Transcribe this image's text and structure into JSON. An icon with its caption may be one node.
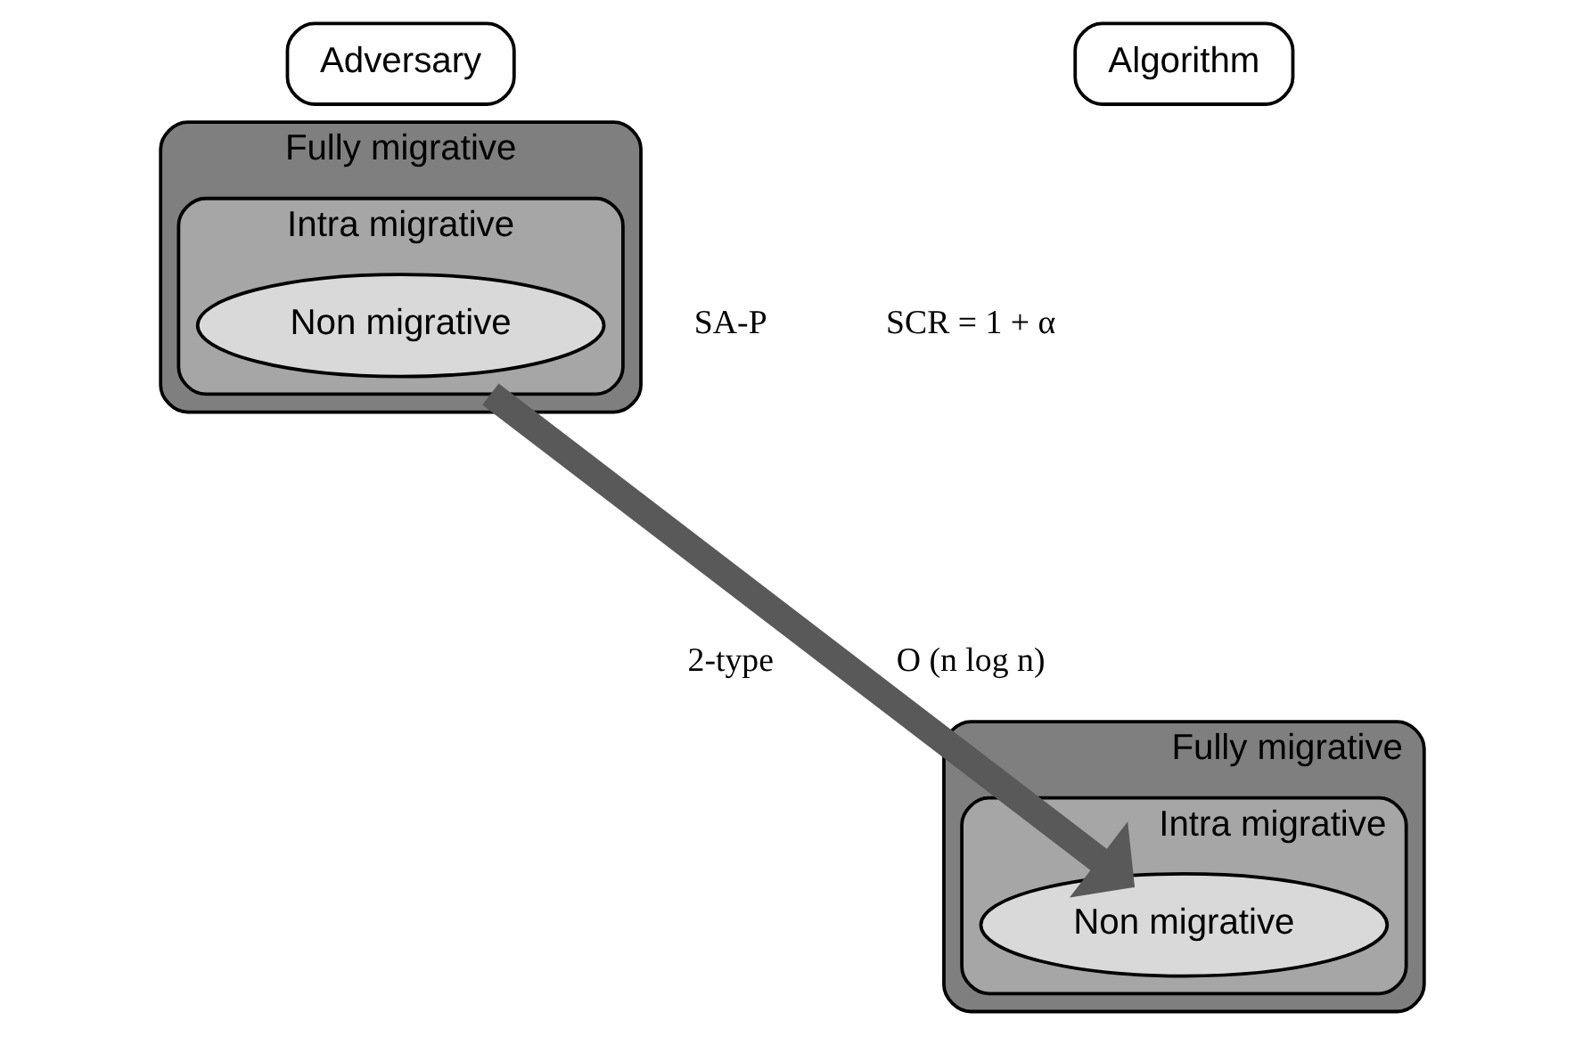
{
  "diagram": {
    "nodes": [
      {
        "text": [
          "Adversary"
        ]
      },
      {
        "text": [
          "Algorithm"
        ]
      },
      {
        "text": [
          "Fully migrative"
        ]
      },
      {
        "text": [
          "Intra migrative"
        ],
        "in": 2
      },
      {
        "text": [
          "Non migrative"
        ],
        "in": 3
      },
      {
        "text": [
          "Fully migrative"
        ]
      },
      {
        "text": [
          "Intra migrative"
        ],
        "in": 5
      },
      {
        "text": [
          "Non migrative"
        ],
        "in": 6
      }
    ],
    "edges": [
      {
        "from": 3,
        "to": 7,
        "arrow": "to"
      }
    ],
    "labels": [
      "SA-P",
      "2-type",
      "SCR = 1 + α",
      "O (n log n)"
    ]
  }
}
